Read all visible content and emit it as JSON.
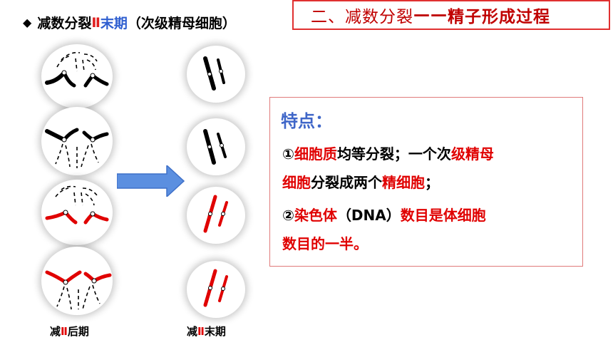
{
  "section_title": {
    "prefix": "二、减数分裂",
    "dash": "——",
    "suffix": "精子形成过程"
  },
  "header": {
    "part1": "减数分裂",
    "part2": "Ⅱ",
    "part3": "末期",
    "part4": "（次级精母细胞）"
  },
  "info": {
    "title": "特点：",
    "line1": {
      "a": "①",
      "b": "细胞质",
      "c": "均等分裂；一个次",
      "d": "级精母"
    },
    "line2": {
      "a": "细胞",
      "b": "分裂成两个",
      "c": "精细胞",
      "d": "；"
    },
    "line3": {
      "a": "②",
      "b": "染色体",
      "c": "（DNA）",
      "d": "数目是体细胞"
    },
    "line4": {
      "a": "数目的一半。"
    }
  },
  "captions": {
    "left": {
      "a": "减",
      "b": "Ⅱ",
      "c": "后期"
    },
    "right": {
      "a": "减",
      "b": "Ⅱ",
      "c": "末期"
    }
  },
  "colors": {
    "accent_red": "#e00000",
    "accent_blue": "#3f66c8",
    "arrow_blue": "#5b8fe0"
  }
}
